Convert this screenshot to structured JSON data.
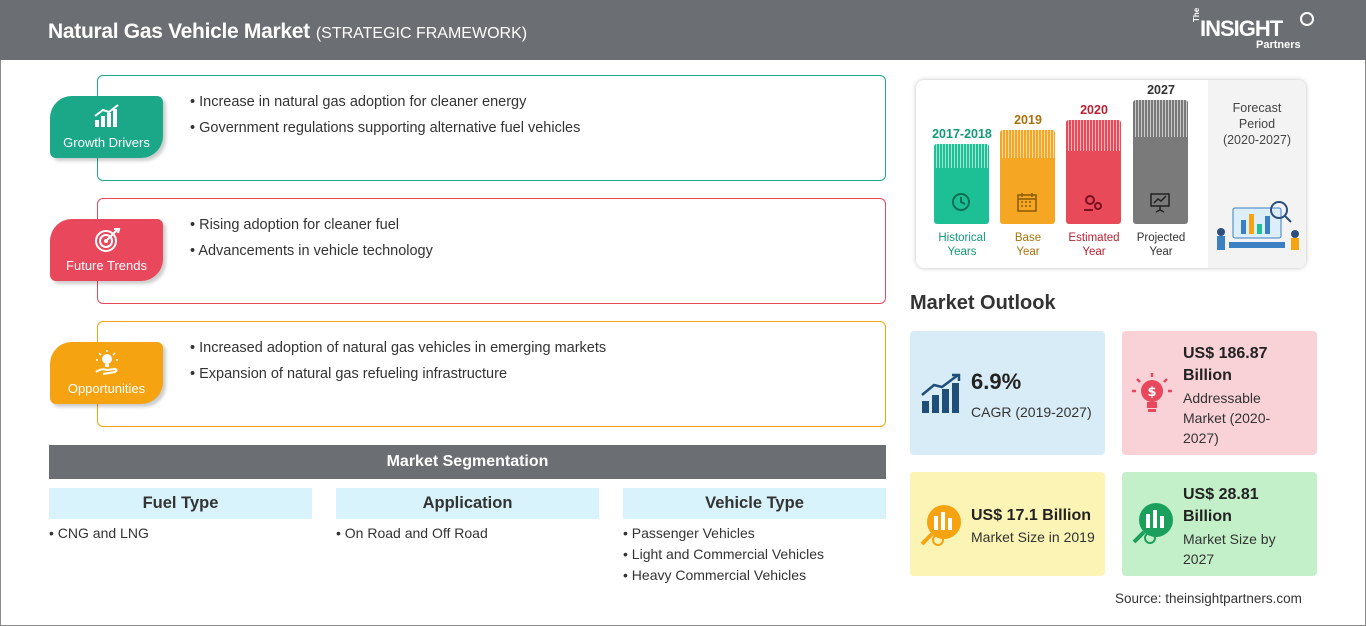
{
  "header": {
    "title": "Natural Gas Vehicle Market",
    "subtitle": "(STRATEGIC FRAMEWORK)",
    "logo": {
      "the": "The",
      "main": "INSIGHT",
      "partners": "Partners"
    }
  },
  "framework": [
    {
      "badge": "Growth Drivers",
      "color": "#1aa889",
      "icon": "growth-chart-icon",
      "points": [
        "Increase in natural gas adoption for cleaner energy",
        "Government regulations supporting alternative fuel vehicles"
      ]
    },
    {
      "badge": "Future Trends",
      "color": "#e8475c",
      "icon": "target-icon",
      "points": [
        "Rising adoption for cleaner fuel",
        "Advancements in vehicle technology"
      ]
    },
    {
      "badge": "Opportunities",
      "color": "#f5a310",
      "icon": "idea-hand-icon",
      "points": [
        "Increased adoption of natural gas vehicles in emerging markets",
        "Expansion of natural gas refueling infrastructure"
      ]
    }
  ],
  "segmentation": {
    "title": "Market Segmentation",
    "columns": [
      {
        "heading": "Fuel Type",
        "items": [
          "CNG and LNG"
        ]
      },
      {
        "heading": "Application",
        "items": [
          "On Road and Off Road"
        ]
      },
      {
        "heading": "Vehicle Type",
        "items": [
          "Passenger Vehicles",
          "Light and Commercial Vehicles",
          "Heavy Commercial Vehicles"
        ]
      }
    ]
  },
  "timeline": {
    "bars": [
      {
        "year": "2017-2018",
        "label_line1": "Historical",
        "label_line2": "Years",
        "color": "#1dbf94",
        "year_color": "#139977",
        "icon": "history-clock-icon"
      },
      {
        "year": "2019",
        "label_line1": "Base",
        "label_line2": "Year",
        "color": "#f5a623",
        "year_color": "#a8710d",
        "icon": "calendar-icon"
      },
      {
        "year": "2020",
        "label_line1": "Estimated",
        "label_line2": "Year",
        "color": "#e84a5a",
        "year_color": "#b82233",
        "icon": "gears-icon"
      },
      {
        "year": "2027",
        "label_line1": "Projected",
        "label_line2": "Year",
        "color": "#7a7a7a",
        "year_color": "#333333",
        "icon": "presentation-icon"
      }
    ],
    "forecast_line1": "Forecast",
    "forecast_line2": "Period",
    "forecast_line3": "(2020-2027)"
  },
  "outlook": {
    "title": "Market Outlook",
    "cagr_value": "6.9%",
    "cagr_label": "CAGR (2019-2027)",
    "addressable_value_line1": "US$ 186.87",
    "addressable_value_line2": "Billion",
    "addressable_label_line1": "Addressable",
    "addressable_label_line2": "Market (2020-",
    "addressable_label_line3": "2027)",
    "size2019_value": "US$ 17.1 Billion",
    "size2019_label": "Market Size in 2019",
    "size2027_value_line1": "US$ 28.81",
    "size2027_value_line2": "Billion",
    "size2027_label_line1": "Market Size by",
    "size2027_label_line2": "2027",
    "colors": {
      "cagr": "#d8ecf7",
      "addressable": "#f9d2d7",
      "size2019": "#fbf4b4",
      "size2027": "#c3f0c8"
    }
  },
  "source": "Source: theinsightpartners.com"
}
